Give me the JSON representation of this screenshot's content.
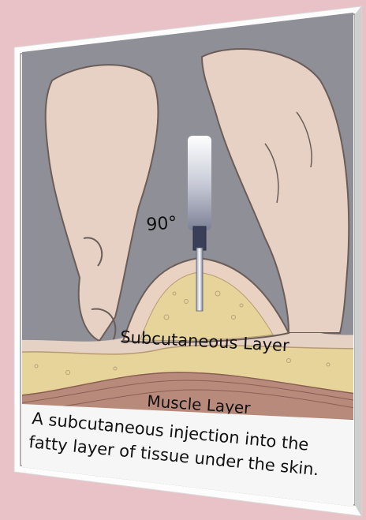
{
  "diagram": {
    "angle_label": "90°",
    "subcutaneous_label": "Subcutaneous Layer",
    "muscle_label": "Muscle Layer",
    "caption_line1": "A subcutaneous injection into the",
    "caption_line2": "fatty layer of tissue under the skin."
  },
  "colors": {
    "page_background": "#e8c2c6",
    "illustration_background": "#8e8f97",
    "skin": "#e9d2c2",
    "fat_layer": "#e6d49a",
    "muscle_layer": "#b88a7c",
    "caption_background": "#f6f6f6"
  }
}
